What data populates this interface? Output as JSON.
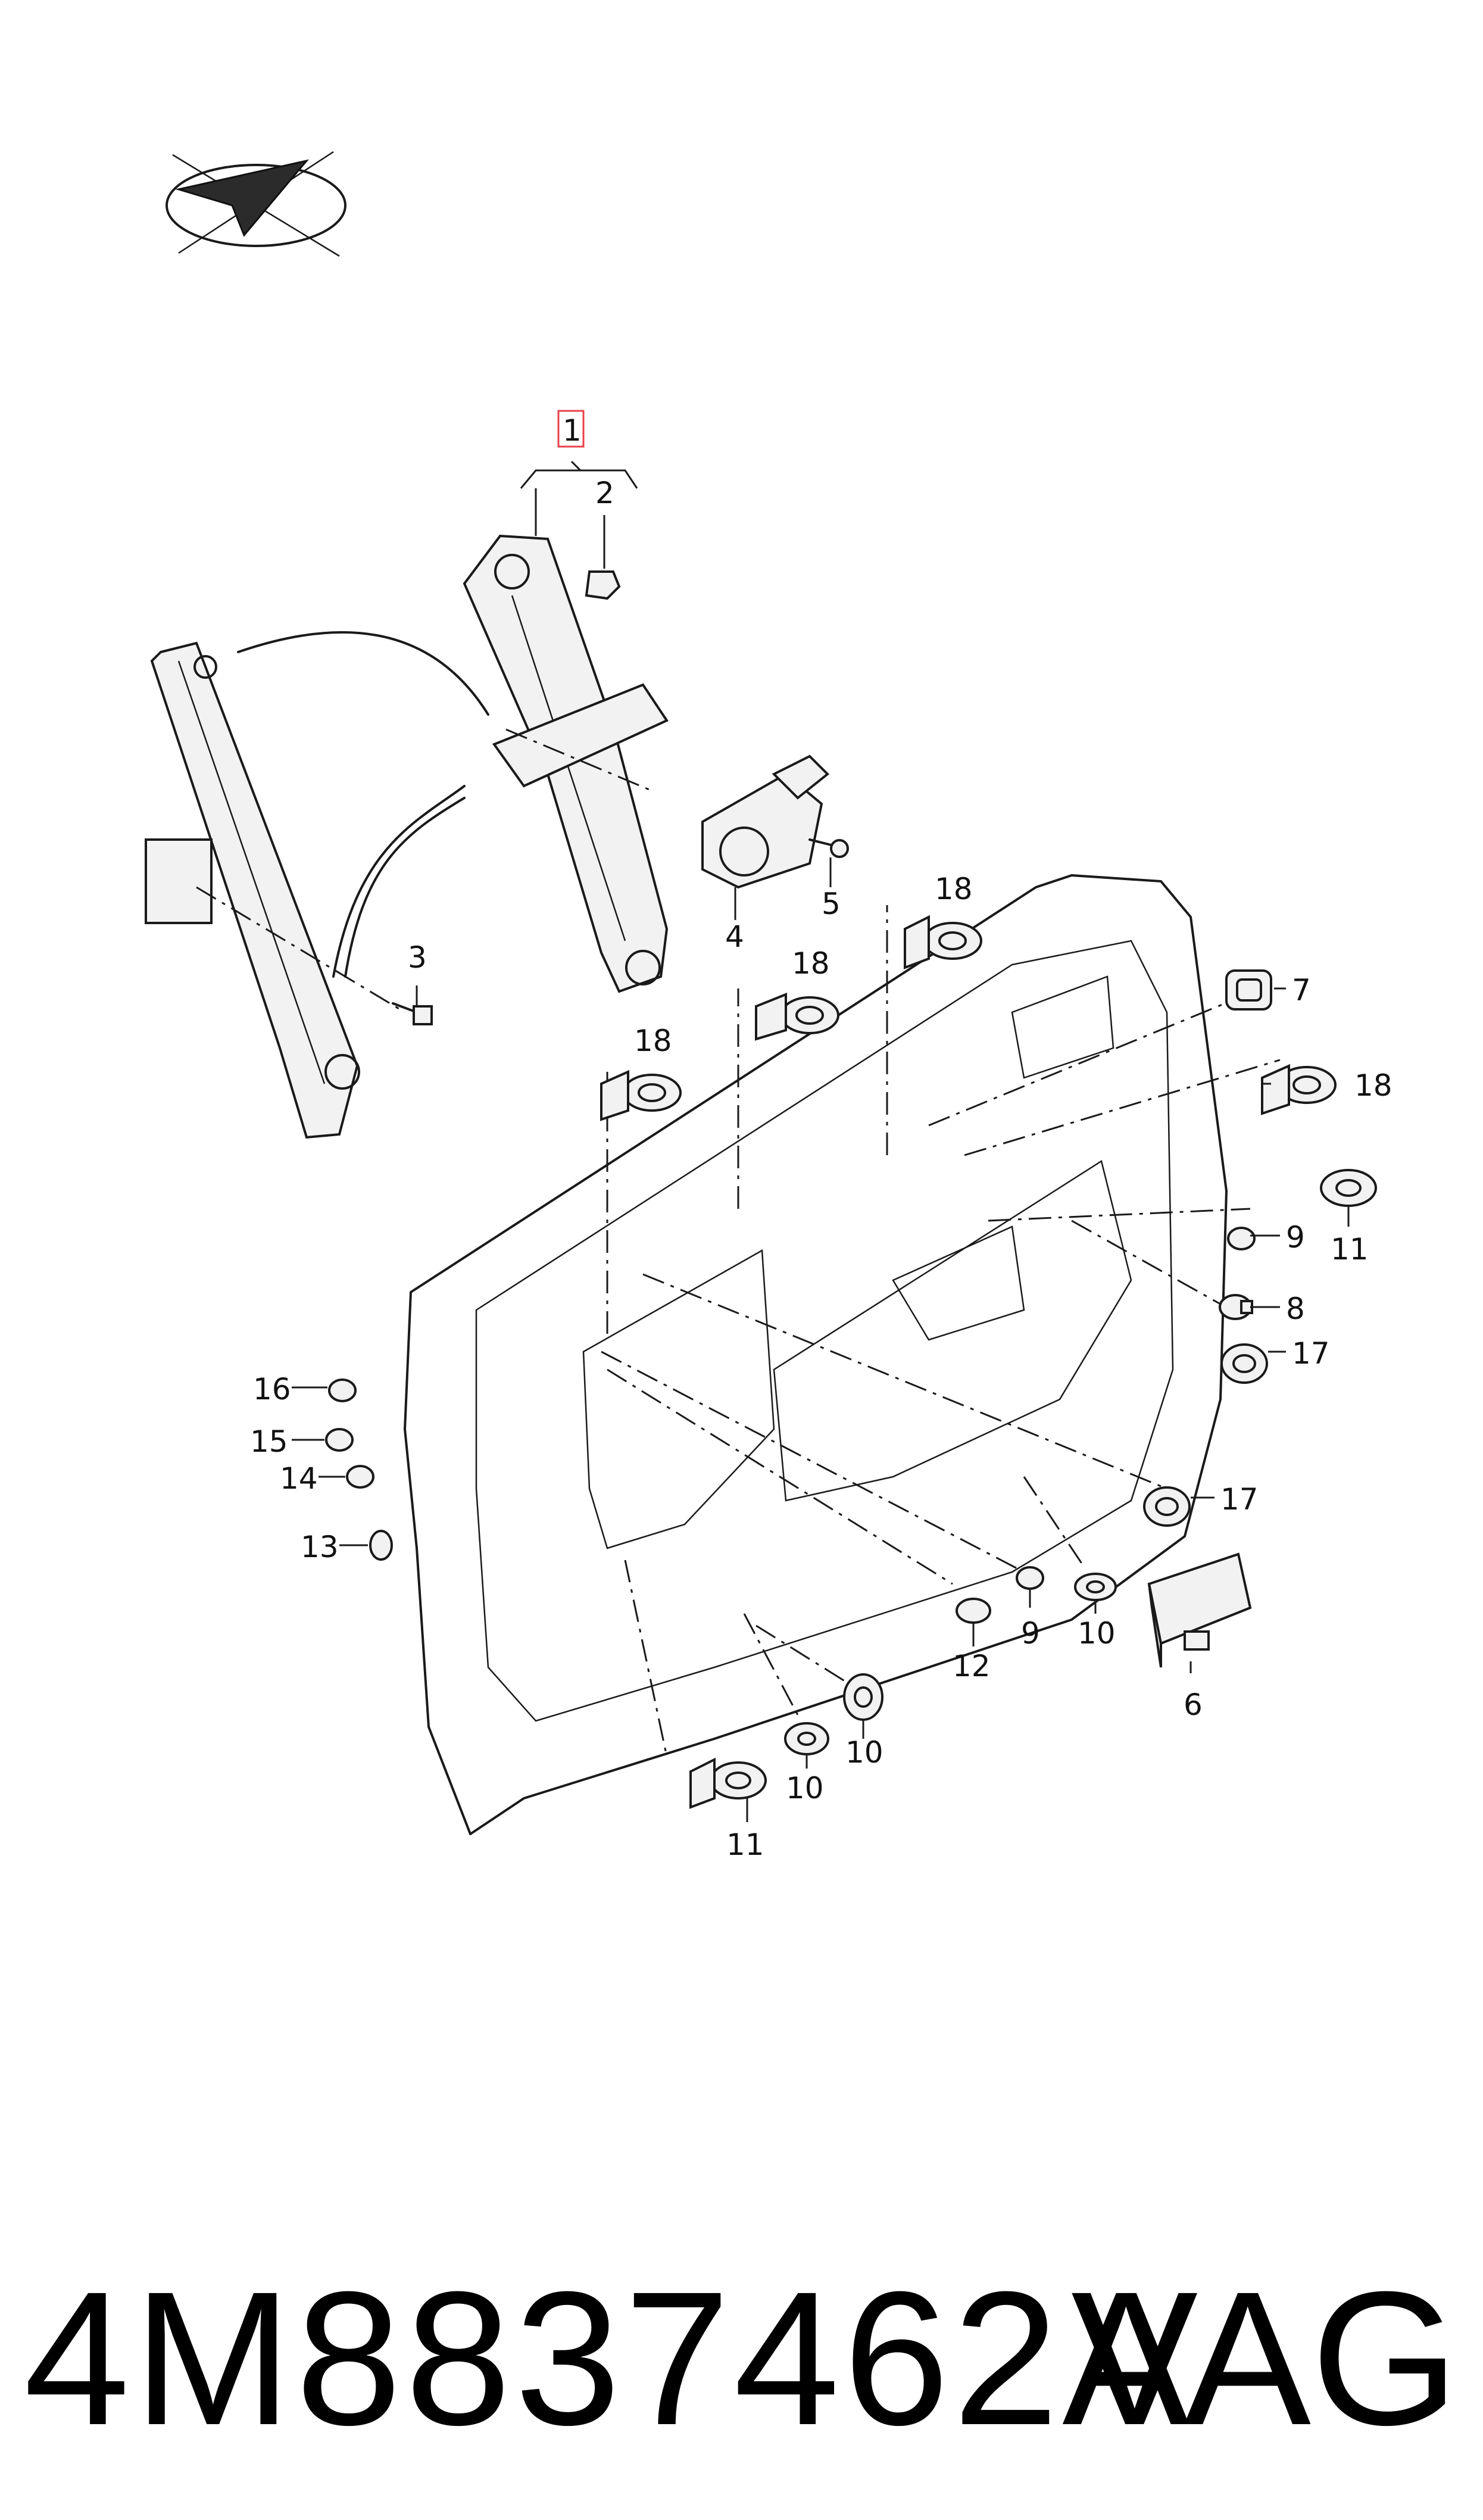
{
  "diagram": {
    "callouts": {
      "c1": "1",
      "c2": "2",
      "c3": "3",
      "c4": "4",
      "c5": "5",
      "c6": "6",
      "c7": "7",
      "c8": "8",
      "c9a": "9",
      "c9b": "9",
      "c10a": "10",
      "c10b": "10",
      "c10c": "10",
      "c11a": "11",
      "c11b": "11",
      "c12": "12",
      "c13": "13",
      "c14": "14",
      "c15": "15",
      "c16": "16",
      "c17a": "17",
      "c17b": "17",
      "c18a": "18",
      "c18b": "18",
      "c18c": "18",
      "c18d": "18"
    }
  },
  "footer": {
    "part_number": "4M8837462A",
    "brand": "VAG"
  },
  "colors": {
    "line": "#1a1a1a",
    "highlight_box": "#e8404a",
    "background": "#ffffff"
  }
}
